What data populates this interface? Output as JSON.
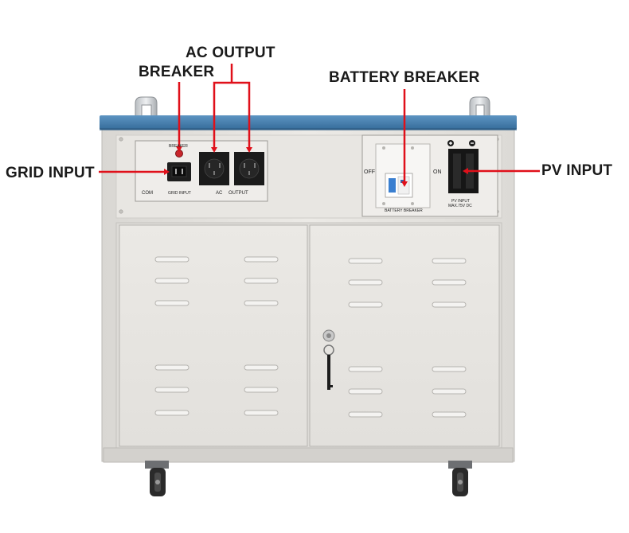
{
  "callouts": {
    "breaker": "BREAKER",
    "ac_output": "AC OUTPUT",
    "battery_breaker": "BATTERY BREAKER",
    "grid_input": "GRID INPUT",
    "pv_input": "PV INPUT"
  },
  "panel_print": {
    "breaker": "BREAKER",
    "com": "COM",
    "grid_input": "GRID INPUT",
    "ac": "AC",
    "output": "OUTPUT",
    "off": "OFF",
    "on": "ON",
    "battery_breaker": "BATTERY BREAKER",
    "pv_input_line1": "PV INPUT",
    "pv_input_line2": "MAX.75V DC",
    "plus": "+",
    "minus": "−"
  },
  "colors": {
    "lid_blue": "#3f79a8",
    "cabinet": "#e6e4e0",
    "callout_line": "#e0101a",
    "socket": "#1b1b1b"
  }
}
